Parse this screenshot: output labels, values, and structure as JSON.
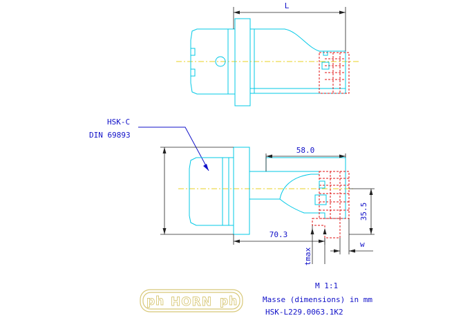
{
  "dimensions": {
    "L": "L",
    "length_58": "58.0",
    "length_70": "70.3",
    "height_35": "35.5",
    "w": "w",
    "tmax": "tmax"
  },
  "callout": {
    "line1": "HSK-C",
    "line2": "DIN 69893"
  },
  "info": {
    "scale": "M 1:1",
    "units": "Masse (dimensions) in mm",
    "part_number": "HSK-L229.0063.1K2"
  },
  "logo": {
    "text": "HORN",
    "left_mark": "ph",
    "right_mark": "ph"
  },
  "colors": {
    "outline": "#00c8e6",
    "hidden_lines": "#e01010",
    "dimension_lines": "#222222",
    "text": "#1010c8",
    "center_axis": "#e8d020",
    "logo": "#d8c878"
  }
}
